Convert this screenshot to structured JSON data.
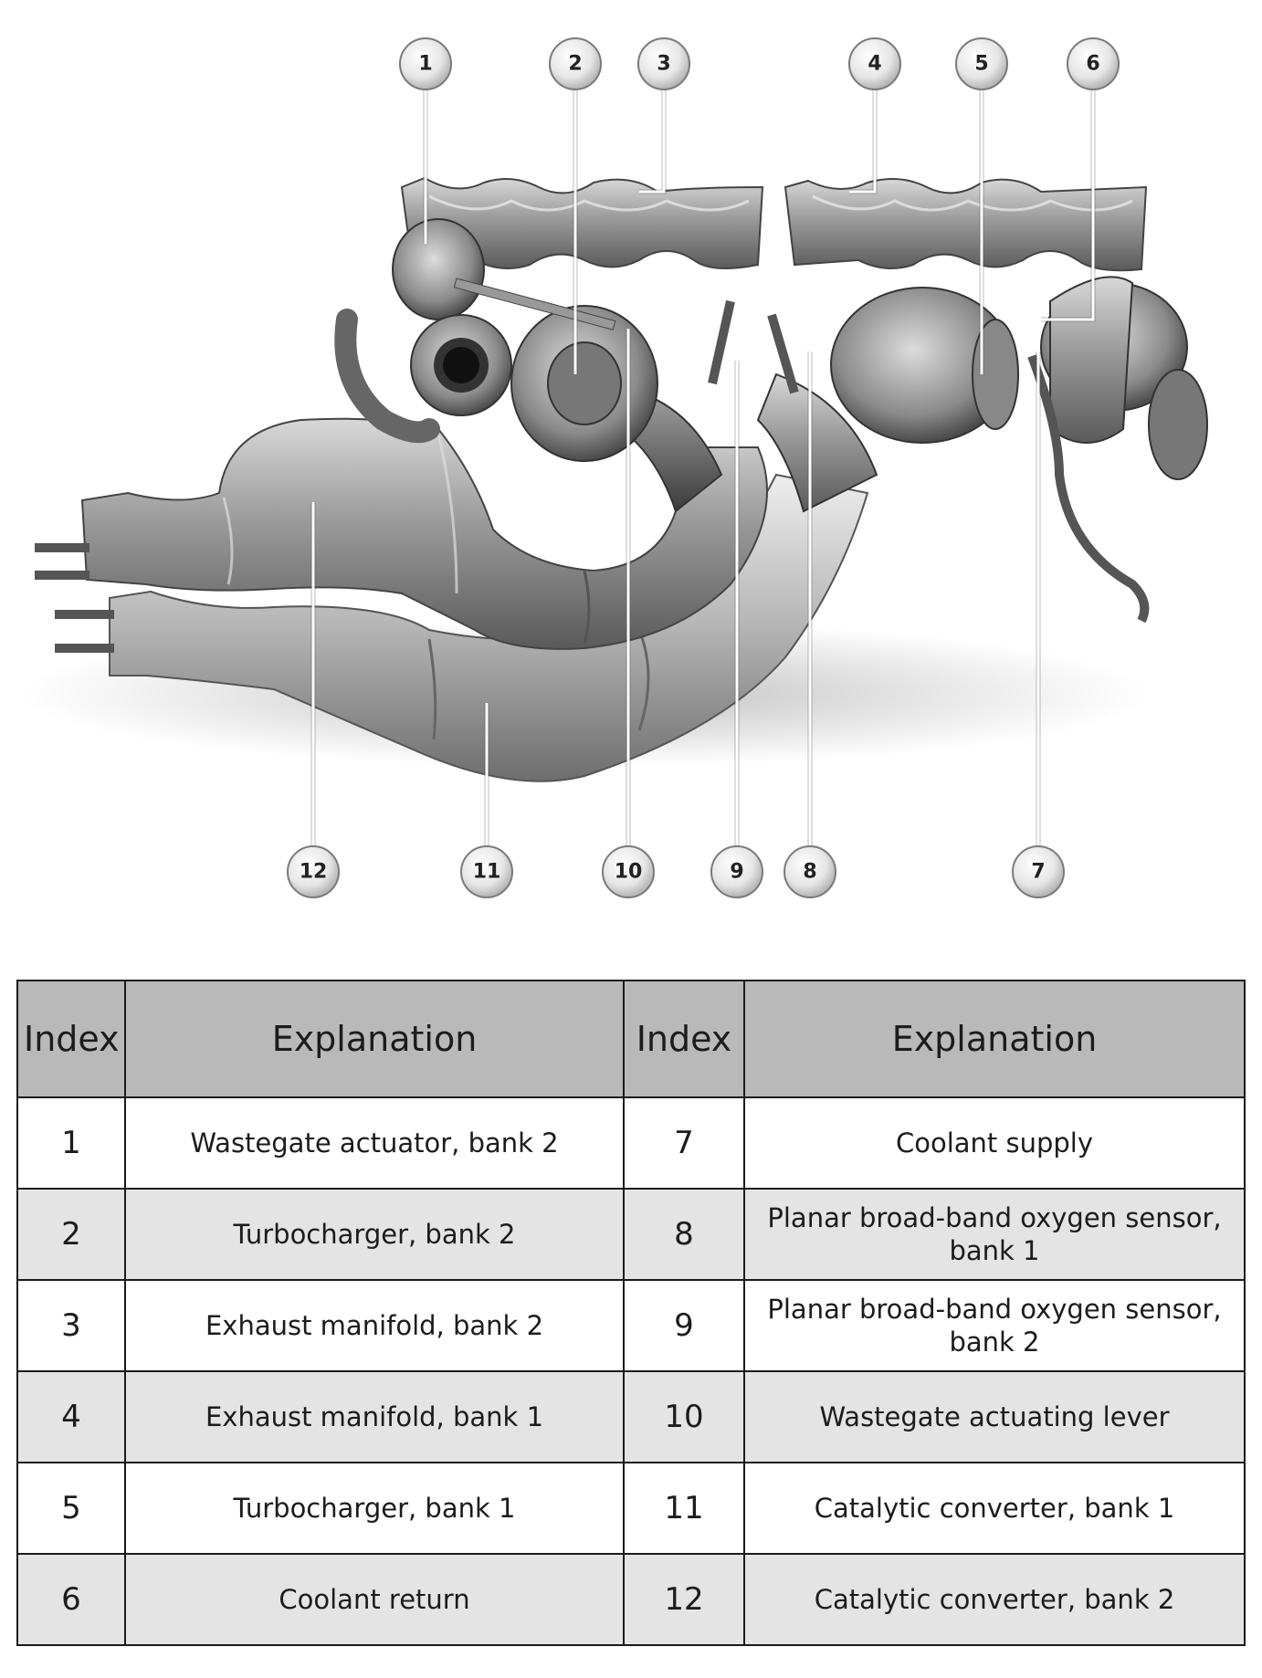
{
  "callouts": [
    "1",
    "2",
    "3",
    "4",
    "5",
    "6",
    "7",
    "8",
    "9",
    "10",
    "11",
    "12"
  ],
  "table": {
    "headers": [
      "Index",
      "Explanation",
      "Index",
      "Explanation"
    ],
    "rows": [
      {
        "left_index": "1",
        "left_text": "Wastegate actuator, bank 2",
        "right_index": "7",
        "right_text": "Coolant supply"
      },
      {
        "left_index": "2",
        "left_text": "Turbocharger, bank 2",
        "right_index": "8",
        "right_text": "Planar broad-band oxygen sensor, bank 1"
      },
      {
        "left_index": "3",
        "left_text": "Exhaust manifold, bank 2",
        "right_index": "9",
        "right_text": "Planar broad-band oxygen sensor, bank 2"
      },
      {
        "left_index": "4",
        "left_text": "Exhaust manifold, bank 1",
        "right_index": "10",
        "right_text": "Wastegate actuating lever"
      },
      {
        "left_index": "5",
        "left_text": "Turbocharger, bank 1",
        "right_index": "11",
        "right_text": "Catalytic converter, bank 1"
      },
      {
        "left_index": "6",
        "left_text": "Coolant return",
        "right_index": "12",
        "right_text": "Catalytic converter, bank 2"
      }
    ]
  }
}
